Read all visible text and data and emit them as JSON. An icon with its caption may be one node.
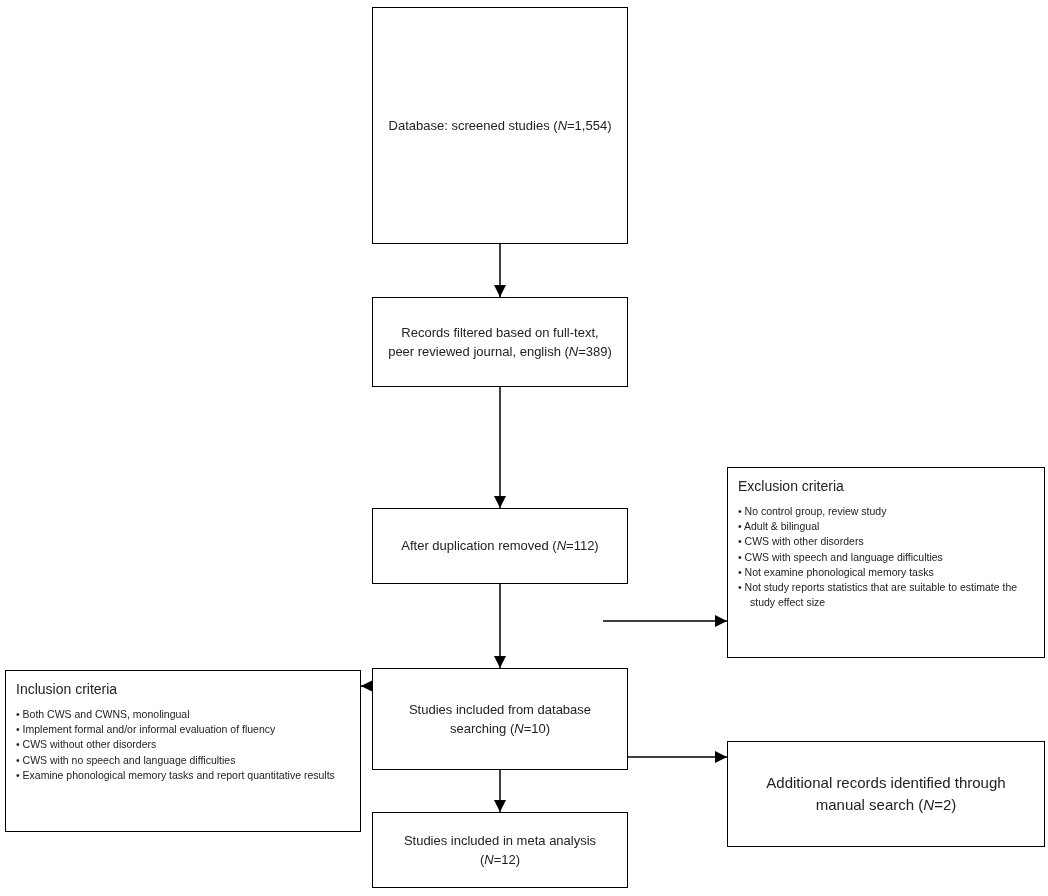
{
  "diagram": {
    "nodes": [
      {
        "text": [
          "Database: screened studies (*N*=1,554)"
        ]
      },
      {
        "text": [
          "Records filtered based on full-text, peer reviewed journal, english (*N*=389)"
        ]
      },
      {
        "text": [
          "After duplication removed (*N*=112)"
        ]
      },
      {
        "text": [
          "Exclusion criteria",
          "• No control group, review study",
          "• Adult & bilingual",
          "• CWS with other disorders",
          "• CWS with speech and language difficulties",
          "• Not examine phonological memory tasks",
          "• Not study reports statistics that are suitable to estimate the study effect size"
        ]
      },
      {
        "text": [
          "Studies included from database searching (*N*=10)"
        ]
      },
      {
        "text": [
          "Inclusion criteria",
          "• Both CWS and CWNS, monolingual",
          "• Implement formal and/or informal evaluation of fluency",
          "• CWS without other disorders",
          "• CWS with no speech and language difficulties",
          "• Examine phonological memory tasks and report quantitative results"
        ]
      },
      {
        "text": [
          "Additional records identified through manual search (*N*=2)"
        ]
      },
      {
        "text": [
          "Studies included in meta analysis (*N*=12)"
        ]
      }
    ],
    "edges": [
      {
        "from": 0,
        "to": 1,
        "arrow": "to"
      },
      {
        "from": 1,
        "to": 2,
        "arrow": "to"
      },
      {
        "from": 2,
        "to": 4,
        "arrow": "to"
      },
      {
        "from": 4,
        "to": 7,
        "arrow": "to"
      },
      {
        "from": null,
        "to": 3,
        "arrow": "to"
      },
      {
        "from": 4,
        "to": 5,
        "arrow": "to"
      },
      {
        "from": 4,
        "to": 6,
        "arrow": "to"
      }
    ]
  }
}
